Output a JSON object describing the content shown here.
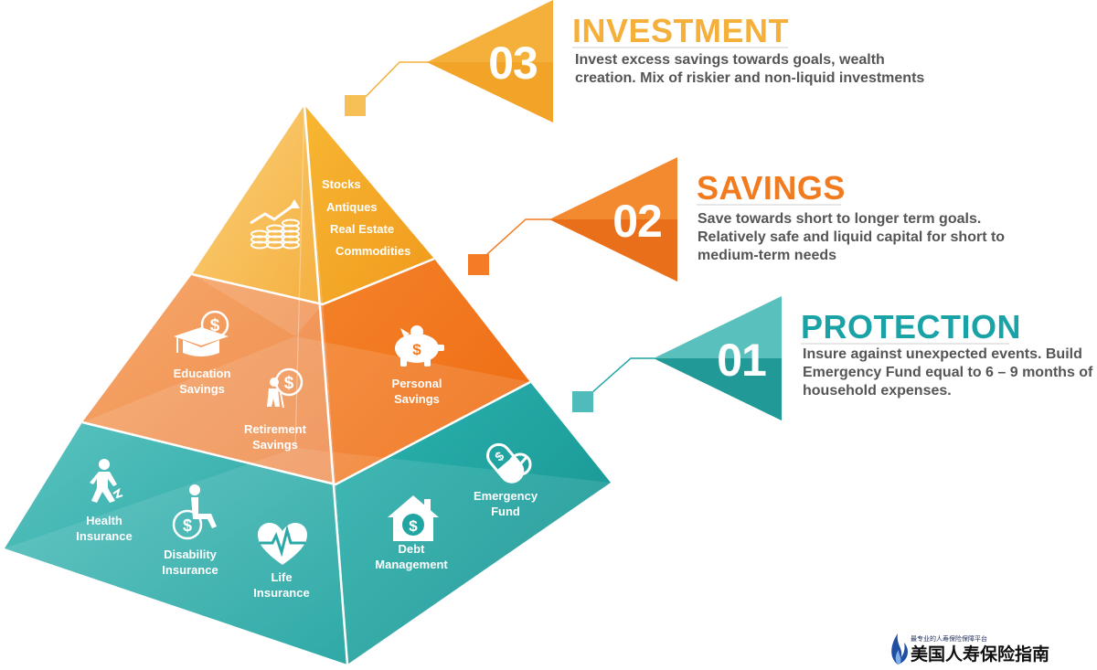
{
  "tiers": [
    {
      "number": "03",
      "title": "INVESTMENT",
      "description_lines": [
        "Invest excess savings towards goals, wealth",
        "creation. Mix of riskier and non-liquid investments"
      ],
      "color": "#f4b03b",
      "items": [
        "Stocks",
        "Antiques",
        "Real Estate",
        "Commodities"
      ]
    },
    {
      "number": "02",
      "title": "SAVINGS",
      "description_lines": [
        "Save towards short to longer term goals.",
        "Relatively safe and liquid capital for short to",
        "medium-term needs"
      ],
      "color": "#f27b20",
      "items": [
        {
          "lines": [
            "Education",
            "Savings"
          ],
          "icon": "graduation-cap-dollar-icon"
        },
        {
          "lines": [
            "Retirement",
            "Savings"
          ],
          "icon": "elderly-dollar-icon"
        },
        {
          "lines": [
            "Personal",
            "Savings"
          ],
          "icon": "piggy-bank-icon"
        }
      ]
    },
    {
      "number": "01",
      "title": "PROTECTION",
      "description_lines": [
        "Insure against unexpected events. Build",
        "Emergency Fund equal to 6 – 9 months of",
        "household expenses."
      ],
      "color": "#1aa3a6",
      "items": [
        {
          "lines": [
            "Health",
            "Insurance"
          ],
          "icon": "injured-person-icon"
        },
        {
          "lines": [
            "Disability",
            "Insurance"
          ],
          "icon": "wheelchair-dollar-icon"
        },
        {
          "lines": [
            "Life",
            "Insurance"
          ],
          "icon": "heartbeat-icon"
        },
        {
          "lines": [
            "Debt",
            "Management"
          ],
          "icon": "house-dollar-icon"
        },
        {
          "lines": [
            "Emergency",
            "Fund"
          ],
          "icon": "pill-capsule-icon"
        }
      ]
    }
  ],
  "investment_icon": "growth-chart-coins-icon",
  "logo": {
    "small_text": "最专业的人寿保险保障平台",
    "main_text": "美国人寿保险指南",
    "icon": "flame-logo-icon"
  }
}
